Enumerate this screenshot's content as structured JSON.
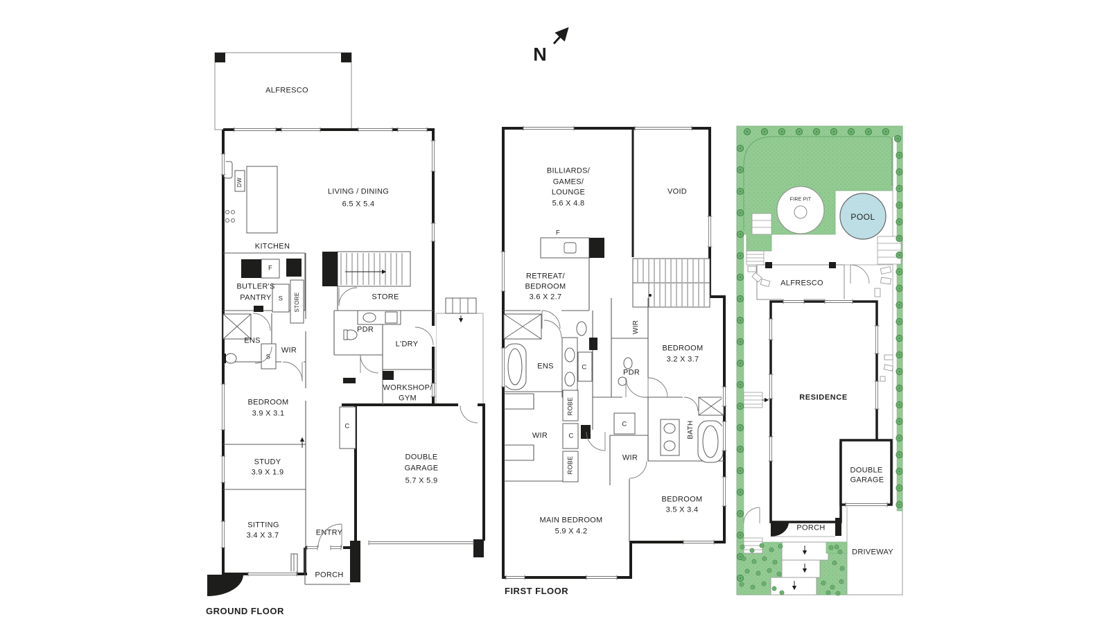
{
  "north_indicator": {
    "label": "N"
  },
  "ground_floor": {
    "title": "GROUND FLOOR",
    "rooms": {
      "alfresco": {
        "name": "ALFRESCO"
      },
      "living_dining": {
        "name": "LIVING / DINING",
        "dims": "6.5 X 5.4"
      },
      "kitchen": {
        "name": "KITCHEN"
      },
      "dishwasher": {
        "label": "DW"
      },
      "fridge": {
        "label": "F"
      },
      "butlers_pantry": {
        "line1": "BUTLER'S",
        "line2": "PANTRY"
      },
      "shelves_a": {
        "label": "S"
      },
      "store_closet": {
        "label": "STORE"
      },
      "store": {
        "name": "STORE"
      },
      "powder_room": {
        "name": "PDR"
      },
      "laundry": {
        "name": "L'DRY"
      },
      "ensuite": {
        "name": "ENS"
      },
      "wir": {
        "name": "WIR"
      },
      "shelves_b": {
        "label": "S"
      },
      "bedroom": {
        "name": "BEDROOM",
        "dims": "3.9 X 3.1"
      },
      "cupboard": {
        "label": "C"
      },
      "workshop_gym": {
        "line1": "WORKSHOP/",
        "line2": "GYM"
      },
      "study": {
        "name": "STUDY",
        "dims": "3.9 X 1.9"
      },
      "sitting": {
        "name": "SITTING",
        "dims": "3.4 X 3.7"
      },
      "entry": {
        "name": "ENTRY"
      },
      "porch": {
        "name": "PORCH"
      },
      "double_garage": {
        "line1": "DOUBLE",
        "line2": "GARAGE",
        "dims": "5.7 X 5.9"
      }
    }
  },
  "first_floor": {
    "title": "FIRST FLOOR",
    "rooms": {
      "billiards_games_lounge": {
        "line1": "BILLIARDS/",
        "line2": "GAMES/",
        "line3": "LOUNGE",
        "dims": "5.6 X 4.8"
      },
      "void": {
        "name": "VOID"
      },
      "fridge": {
        "label": "F"
      },
      "retreat_bedroom": {
        "line1": "RETREAT/",
        "line2": "BEDROOM",
        "dims": "3.6 X 2.7"
      },
      "ensuite": {
        "name": "ENS"
      },
      "cupboard_a": {
        "label": "C"
      },
      "wir_a": {
        "name": "WIR"
      },
      "powder_room": {
        "name": "PDR"
      },
      "bedroom_2": {
        "name": "BEDROOM",
        "dims": "3.2 X 3.7"
      },
      "robe_a": {
        "label": "ROBE"
      },
      "cupboard_b": {
        "label": "C"
      },
      "robe_b": {
        "label": "ROBE"
      },
      "wir_b": {
        "name": "WIR"
      },
      "cupboard_c": {
        "label": "C"
      },
      "wir_c": {
        "name": "WIR"
      },
      "bath": {
        "name": "BATH"
      },
      "bedroom_3": {
        "name": "BEDROOM",
        "dims": "3.5 X 3.4"
      },
      "main_bedroom": {
        "name": "MAIN BEDROOM",
        "dims": "5.9 X 4.2"
      }
    }
  },
  "site_plan": {
    "areas": {
      "fire_pit": {
        "name": "FIRE PIT"
      },
      "pool": {
        "name": "POOL"
      },
      "alfresco": {
        "name": "ALFRESCO"
      },
      "residence": {
        "name": "RESIDENCE"
      },
      "double_garage": {
        "line1": "DOUBLE",
        "line2": "GARAGE"
      },
      "porch": {
        "name": "PORCH"
      },
      "driveway": {
        "name": "DRIVEWAY"
      }
    }
  },
  "colors": {
    "grass_green": "#93cb93",
    "tree_green": "#3d8a44",
    "pool_blue": "#bedfe6",
    "wall_black": "#1d1d1b"
  }
}
